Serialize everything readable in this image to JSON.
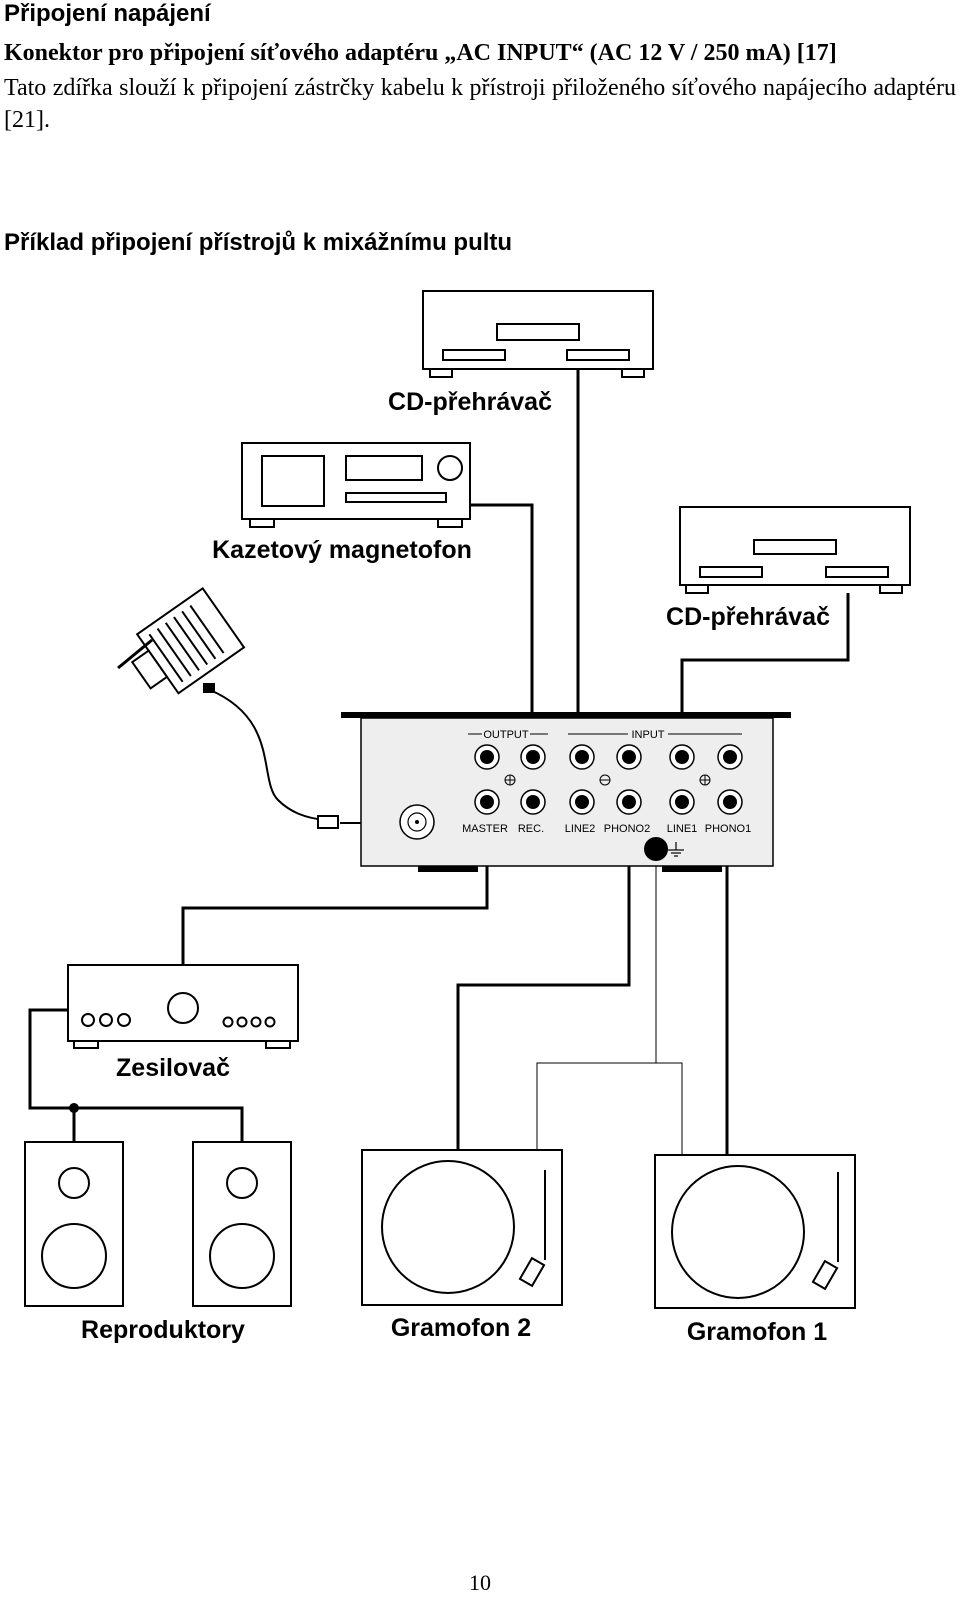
{
  "section_title": "Připojení napájení",
  "connector_heading": "Konektor pro připojení síťového adaptéru „AC INPUT“ (AC 12 V / 250 mA) [17]",
  "connector_text": "Tato zdířka slouží k připojení zástrčky kabelu k přístroji přiloženého síťového napájecího adaptéru [21].",
  "example_title": "Příklad připojení přístrojů k mixážnímu pultu",
  "diagram": {
    "devices": {
      "cd_top": "CD-přehrávač",
      "cassette": "Kazetový magnetofon",
      "cd_right": "CD-přehrávač",
      "amplifier": "Zesilovač",
      "speakers": "Reproduktory",
      "turntable2": "Gramofon 2",
      "turntable1": "Gramofon 1"
    },
    "mixer": {
      "output_label": "OUTPUT",
      "input_label": "INPUT",
      "jacks": [
        "MASTER",
        "REC.",
        "LINE2",
        "PHONO2",
        "LINE1",
        "PHONO1"
      ]
    }
  },
  "page_number": "10"
}
